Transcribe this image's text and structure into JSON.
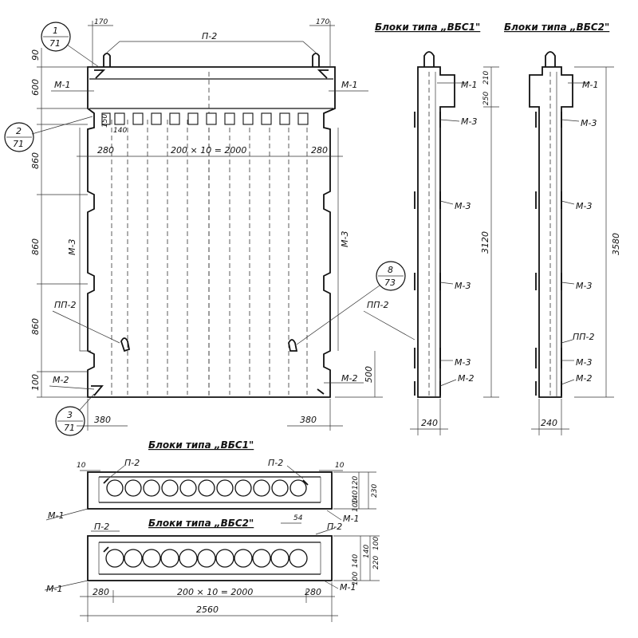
{
  "headers": {
    "vbs1_side": "Блоки типа „ВБС1\"",
    "vbs2_side": "Блоки типа „ВБС2\"",
    "vbs1_plan": "Блоки типа „ВБС1\"",
    "vbs2_plan": "Блоки типа „ВБС2\""
  },
  "callouts": [
    {
      "top": "1",
      "bottom": "71"
    },
    {
      "top": "2",
      "bottom": "71"
    },
    {
      "top": "3",
      "bottom": "71"
    },
    {
      "top": "8",
      "bottom": "73"
    }
  ],
  "marks": {
    "p2": "П-2",
    "m1": "М-1",
    "m2": "М-2",
    "m3": "М-3",
    "pp2": "ПП-2"
  },
  "front_dims": {
    "top_left": "170",
    "top_right": "170",
    "left_v": [
      "90",
      "600",
      "150",
      "860",
      "860",
      "860",
      "100"
    ],
    "right_v": "500",
    "width_left": "280",
    "width_mid": "200 × 10 = 2000",
    "width_right": "280",
    "small_v": "150",
    "small_h": "140",
    "bottom_left": "380",
    "bottom_right": "380"
  },
  "side_dims": {
    "top_a": "210",
    "top_b": "250",
    "inner_h": "3120",
    "total_h": "3580",
    "w1": "240",
    "w2": "240"
  },
  "plan_dims": {
    "left10": "10",
    "right10": "10",
    "vbs1_v1": "120",
    "vbs1_v2": "140",
    "vbs1_v3": "230",
    "vbs1_v4": "100",
    "mark54": "54",
    "vbs2_v1": "100",
    "vbs2_v2": "140",
    "vbs2_v3": "220",
    "vbs2_v4": "140",
    "vbs2_v5": "100",
    "w_left": "280",
    "w_mid": "200 × 10 = 2000",
    "w_right": "280",
    "total": "2560"
  }
}
